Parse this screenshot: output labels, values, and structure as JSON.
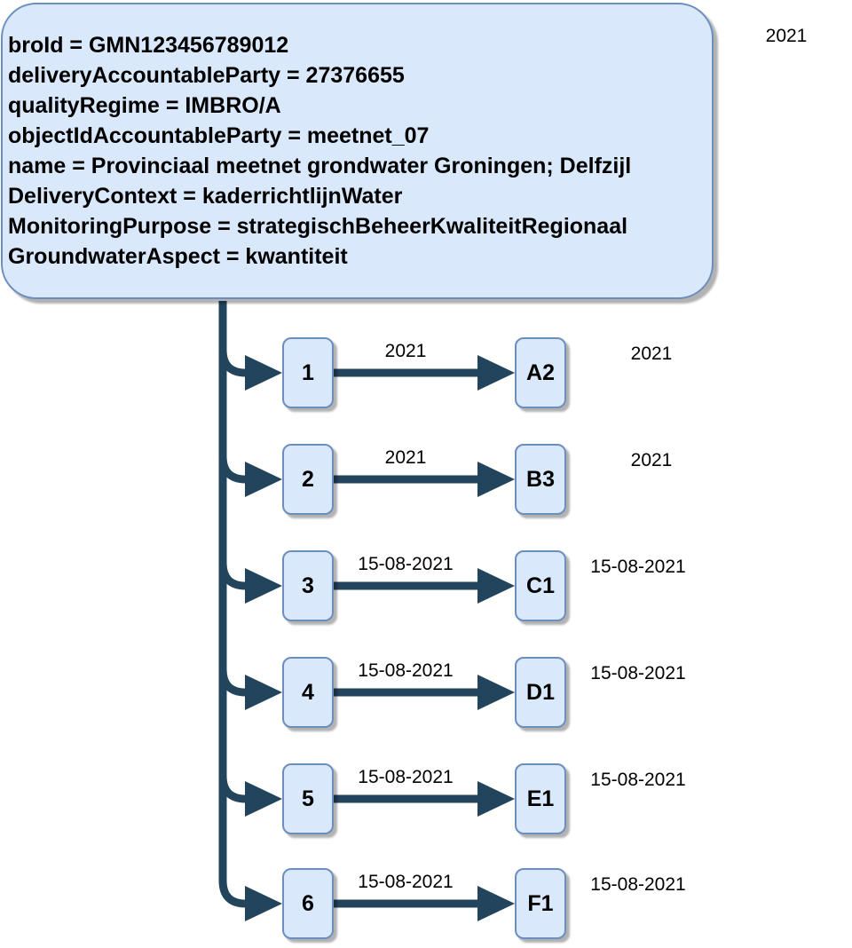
{
  "title_year": "2021",
  "root_node": {
    "lines": [
      "broId = GMN123456789012",
      "deliveryAccountableParty = 27376655",
      "qualityRegime = IMBRO/A",
      "objectIdAccountableParty = meetnet_07",
      "name = Provinciaal meetnet grondwater Groningen; Delfzijl",
      "DeliveryContext = kaderrichtlijnWater",
      "MonitoringPurpose = strategischBeheerKwaliteitRegionaal",
      "GroundwaterAspect = kwantiteit"
    ]
  },
  "rows": [
    {
      "source": "1",
      "target": "A2",
      "edge_label": "2021",
      "right_label": "2021"
    },
    {
      "source": "2",
      "target": "B3",
      "edge_label": "2021",
      "right_label": "2021"
    },
    {
      "source": "3",
      "target": "C1",
      "edge_label": "15-08-2021",
      "right_label": "15-08-2021"
    },
    {
      "source": "4",
      "target": "D1",
      "edge_label": "15-08-2021",
      "right_label": "15-08-2021"
    },
    {
      "source": "5",
      "target": "E1",
      "edge_label": "15-08-2021",
      "right_label": "15-08-2021"
    },
    {
      "source": "6",
      "target": "F1",
      "edge_label": "15-08-2021",
      "right_label": "15-08-2021"
    }
  ],
  "colors": {
    "node_fill": "#dae8fc",
    "node_border": "#6c8ebf",
    "connector": "#22445c",
    "text": "#000000"
  }
}
